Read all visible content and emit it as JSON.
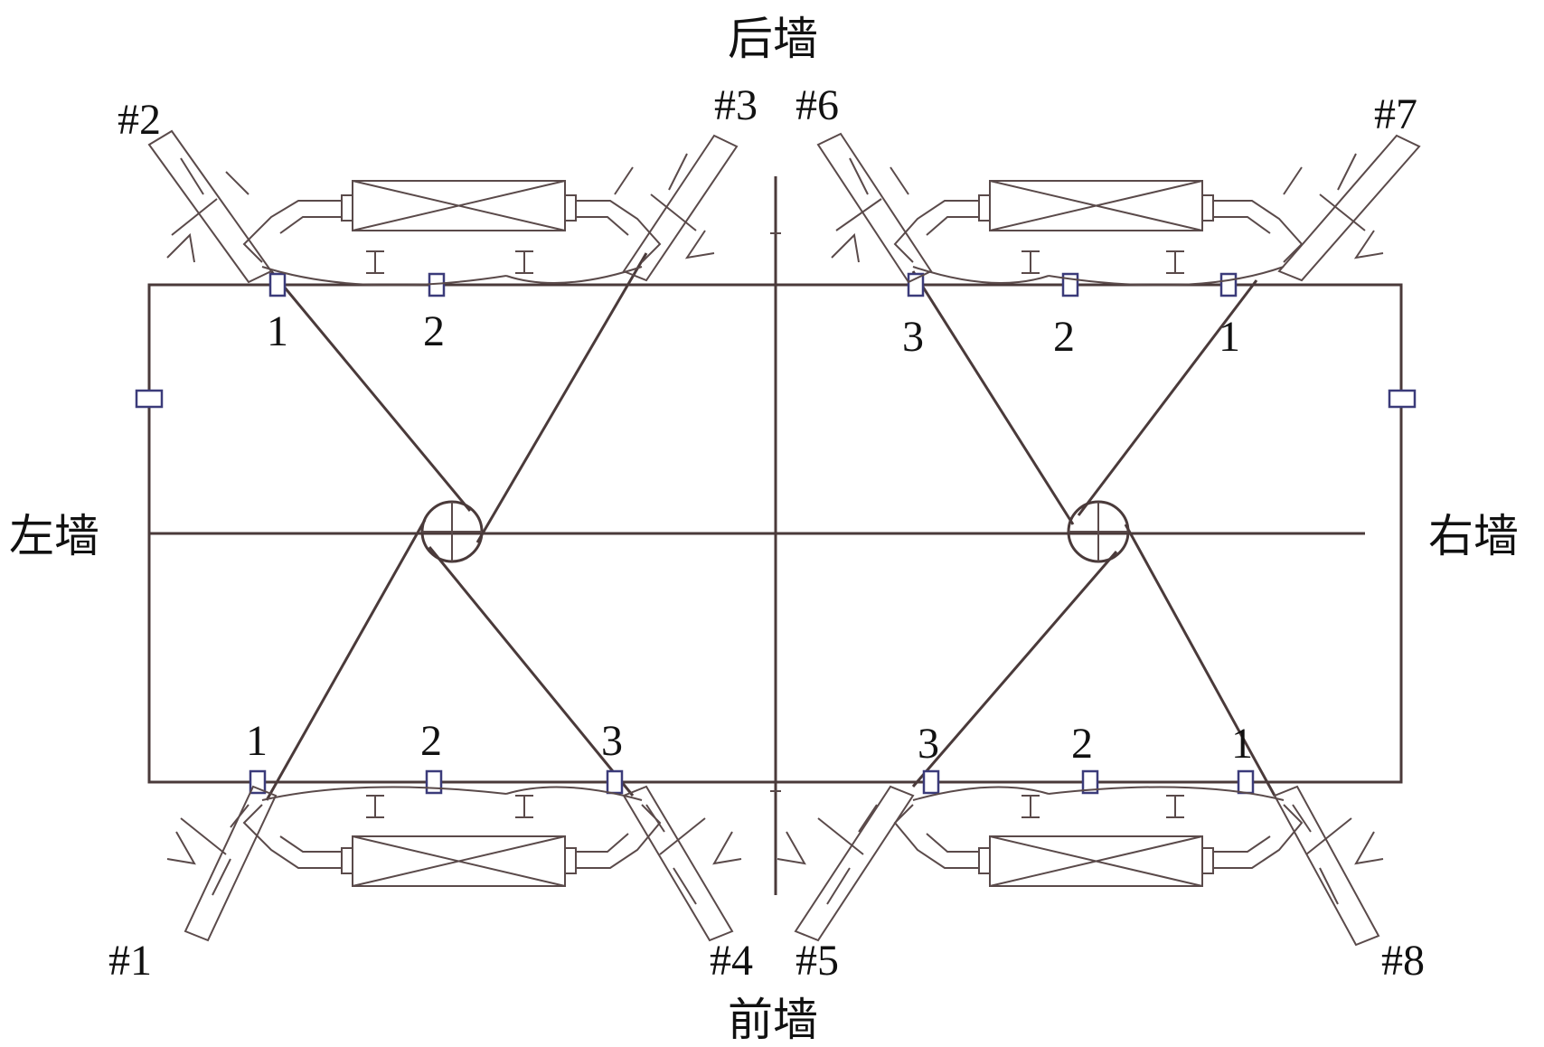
{
  "walls": {
    "back": "后墙",
    "front": "前墙",
    "left": "左墙",
    "right": "右墙"
  },
  "corners": {
    "c1": "#1",
    "c2": "#2",
    "c3": "#3",
    "c4": "#4",
    "c5": "#5",
    "c6": "#6",
    "c7": "#7",
    "c8": "#8"
  },
  "markers": {
    "top_left": [
      "1",
      "2"
    ],
    "top_right": [
      "3",
      "2",
      "1"
    ],
    "bottom_left": [
      "1",
      "2",
      "3"
    ],
    "bottom_right": [
      "3",
      "2",
      "1"
    ]
  },
  "colors": {
    "line": "#4a3a3a",
    "marker": "#3b3b7a"
  }
}
